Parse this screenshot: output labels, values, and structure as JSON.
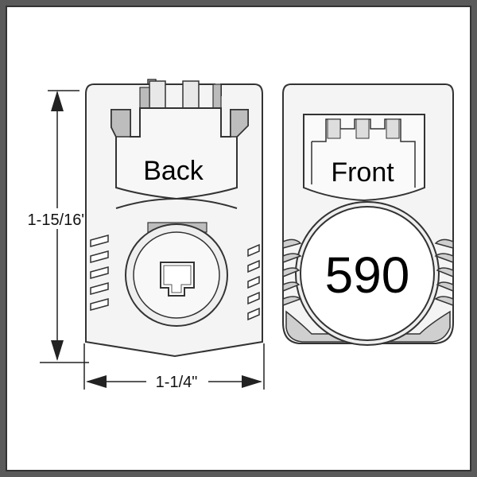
{
  "diagram": {
    "height_label": "1-15/16\"",
    "width_label": "1-1/4\"",
    "back_label": "Back",
    "front_label": "Front",
    "number": "590"
  },
  "colors": {
    "outline": "#333333",
    "fill_light": "#f2f2f2",
    "shade": "#bdbdbd",
    "frame": "#5a5a5a"
  }
}
